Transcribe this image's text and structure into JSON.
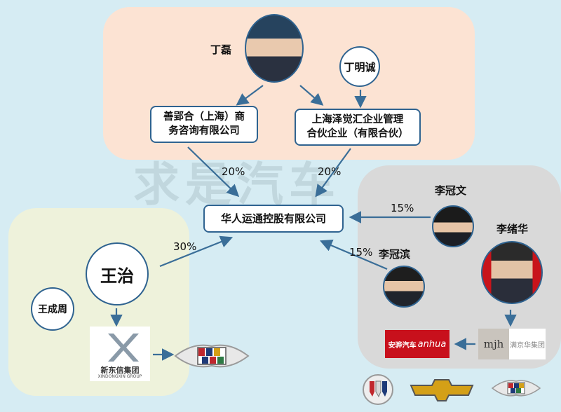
{
  "watermark": "求是汽车",
  "people": {
    "ding_lei": "丁磊",
    "ding_mingcheng": "丁明诚",
    "wang_zhi": "王治",
    "wang_chengzhou": "王成周",
    "li_guanwen": "李冠文",
    "li_xuhua": "李绪华",
    "li_guanbin": "李冠滨"
  },
  "companies": {
    "shanyinghe_line1": "善郢合（上海）商",
    "shanyinghe_line2": "务咨询有限公司",
    "zejuehui_line1": "上海泽觉汇企业管理",
    "zejuehui_line2": "合伙企业（有限合伙）",
    "huaren": "华人运通控股有限公司"
  },
  "percentages": {
    "shanyinghe": "20%",
    "zejuehui": "20%",
    "wang_zhi": "30%",
    "li_guanwen": "15%",
    "li_guanbin": "15%"
  },
  "logos": {
    "xindongxin_cn": "新东信集团",
    "xindongxin_en": "XINDONGXIN GROUP",
    "anhua_cn": "安骅汽车",
    "anhua_en": "anhua",
    "mjh_mark": "mjh",
    "mjh_cn": "满京华集团"
  },
  "colors": {
    "arrow": "#3a6e98",
    "box_border": "#2f6390",
    "zone_ding": "#fce3d3",
    "zone_wang": "#eef2db",
    "zone_li": "#d9d9d9",
    "anhua_red": "#c8101c"
  }
}
